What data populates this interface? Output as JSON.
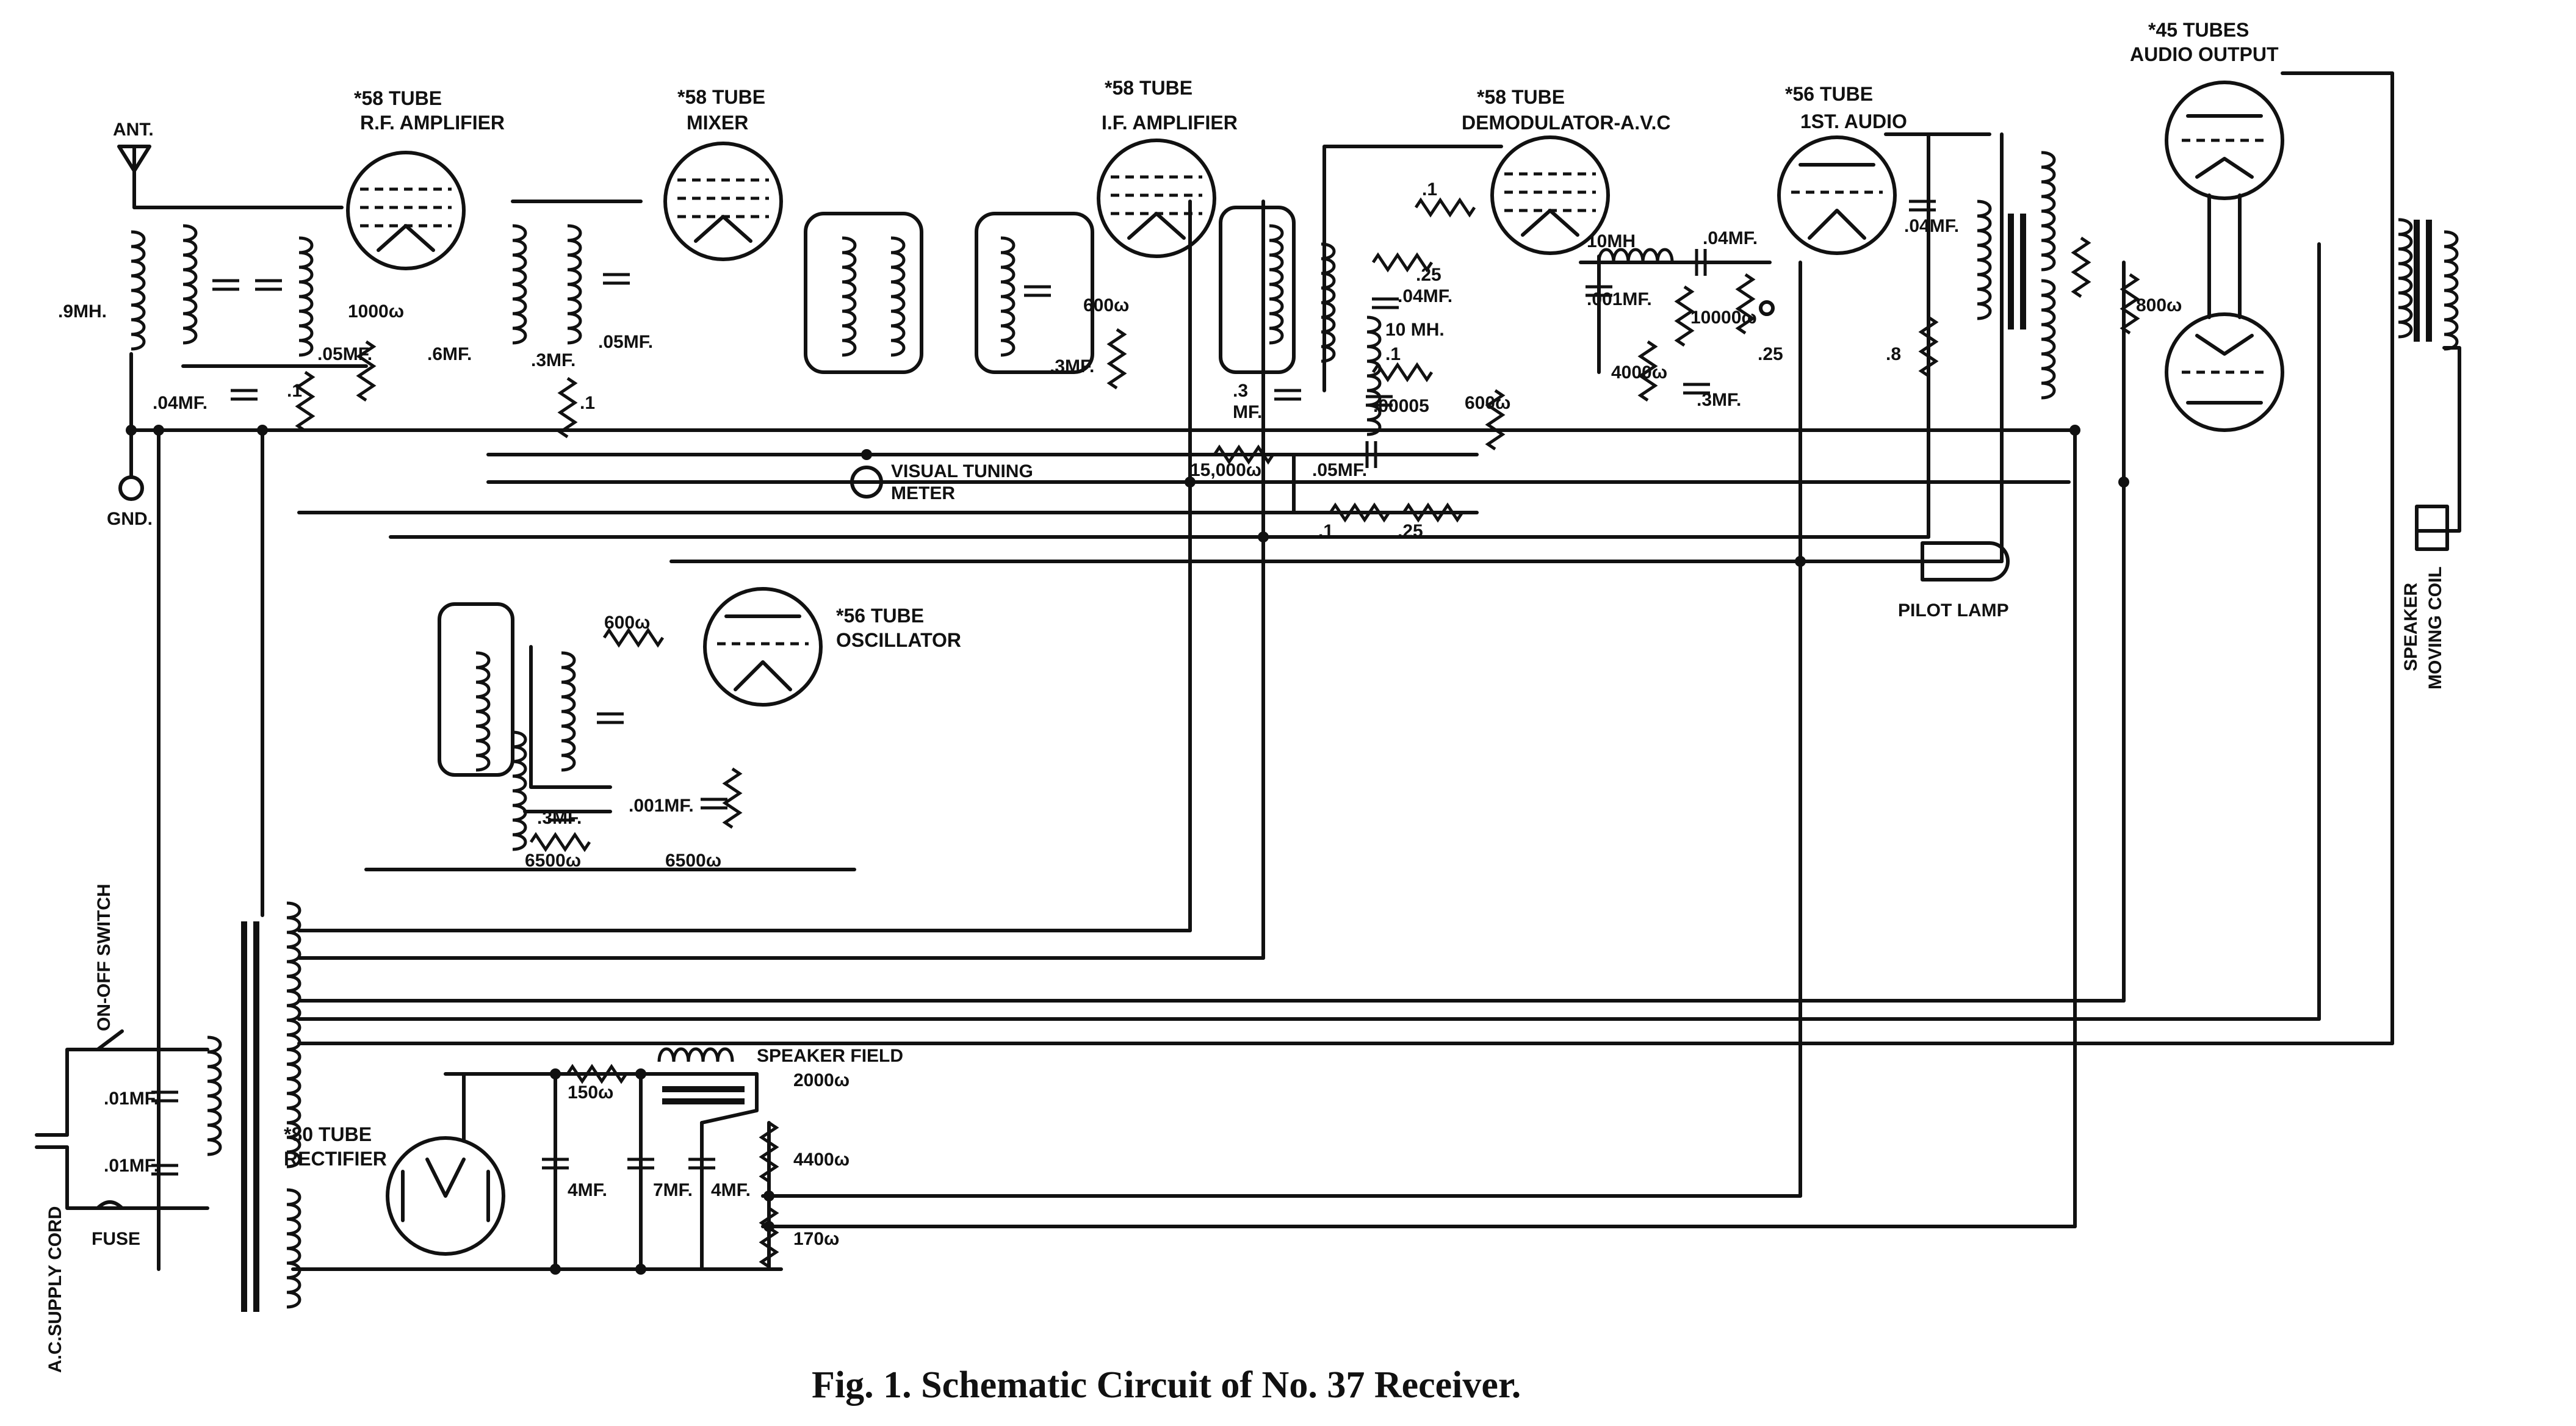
{
  "caption": "Fig. 1.   Schematic Circuit of No. 37 Receiver.",
  "tubes": {
    "rf": {
      "type": "*58 TUBE",
      "role": "R.F. AMPLIFIER"
    },
    "mixer": {
      "type": "*58 TUBE",
      "role": "MIXER"
    },
    "if": {
      "type": "*58 TUBE",
      "role": "I.F. AMPLIFIER"
    },
    "demod": {
      "type": "*58 TUBE",
      "role": "DEMODULATOR-A.V.C"
    },
    "audio1": {
      "type": "*56 TUBE",
      "role": "1ST. AUDIO"
    },
    "output": {
      "type": "*45 TUBES",
      "role": "AUDIO OUTPUT"
    },
    "osc": {
      "type": "*56 TUBE",
      "role": "OSCILLATOR"
    },
    "rect": {
      "type": "*80 TUBE",
      "role": "RECTIFIER"
    }
  },
  "labels": {
    "ant": "ANT.",
    "gnd": "GND.",
    "visual_tuning": "VISUAL TUNING",
    "meter": "METER",
    "pilot_lamp": "PILOT LAMP",
    "speaker_field": "SPEAKER FIELD",
    "speaker_field_value": "2000ω",
    "speaker_moving": "SPEAKER",
    "moving_coil": "MOVING COIL",
    "on_off": "ON-OFF SWITCH",
    "ac_cord": "A.C.SUPPLY CORD",
    "fuse": "FUSE"
  },
  "values": {
    "v_9mh": ".9MH.",
    "v_04mf_ant": ".04MF.",
    "v_1_rf": ".1",
    "v_05mf_rf": ".05MF.",
    "v_1000": "1000ω",
    "v_6mf": ".6MF.",
    "v_3mf_mix": ".3MF.",
    "v_05mf_mix": ".05MF.",
    "v_1_mix": ".1",
    "v_3mf_if": ".3MF.",
    "v_600_if": "600ω",
    "v_3mf_if2": ".3",
    "v_mf": "MF.",
    "v_1_det": ".1",
    "v_25_det": ".25",
    "v_04mf_det": ".04MF.",
    "v_10mh": "10 MH.",
    "v_1_det2": ".1",
    "v_00005": ".00005",
    "v_600_det": "600ω",
    "v_001mf_det": ".001MF.",
    "v_10mh2": "10MH",
    "v_04mf_a": ".04MF.",
    "v_10000": "10000ω",
    "v_4000": "4000ω",
    "v_3mf_a": ".3MF.",
    "v_25_a": ".25",
    "v_04mf_b": ".04MF.",
    "v_8": ".8",
    "v_800": "800ω",
    "v_15000": "15,000ω",
    "v_05mf_c": ".05MF.",
    "v_1_c": ".1",
    "v_25_c": ".25",
    "v_600_osc": "600ω",
    "v_3mf_osc": ".3MF.",
    "v_001mf_osc": ".001MF.",
    "v_6500a": "6500ω",
    "v_6500b": "6500ω",
    "v_150": "150ω",
    "v_4mf_a": "4MF.",
    "v_7mf": "7MF.",
    "v_4mf_b": "4MF.",
    "v_4400": "4400ω",
    "v_170": "170ω",
    "v_01mf_a": ".01MF.",
    "v_01mf_b": ".01MF."
  }
}
